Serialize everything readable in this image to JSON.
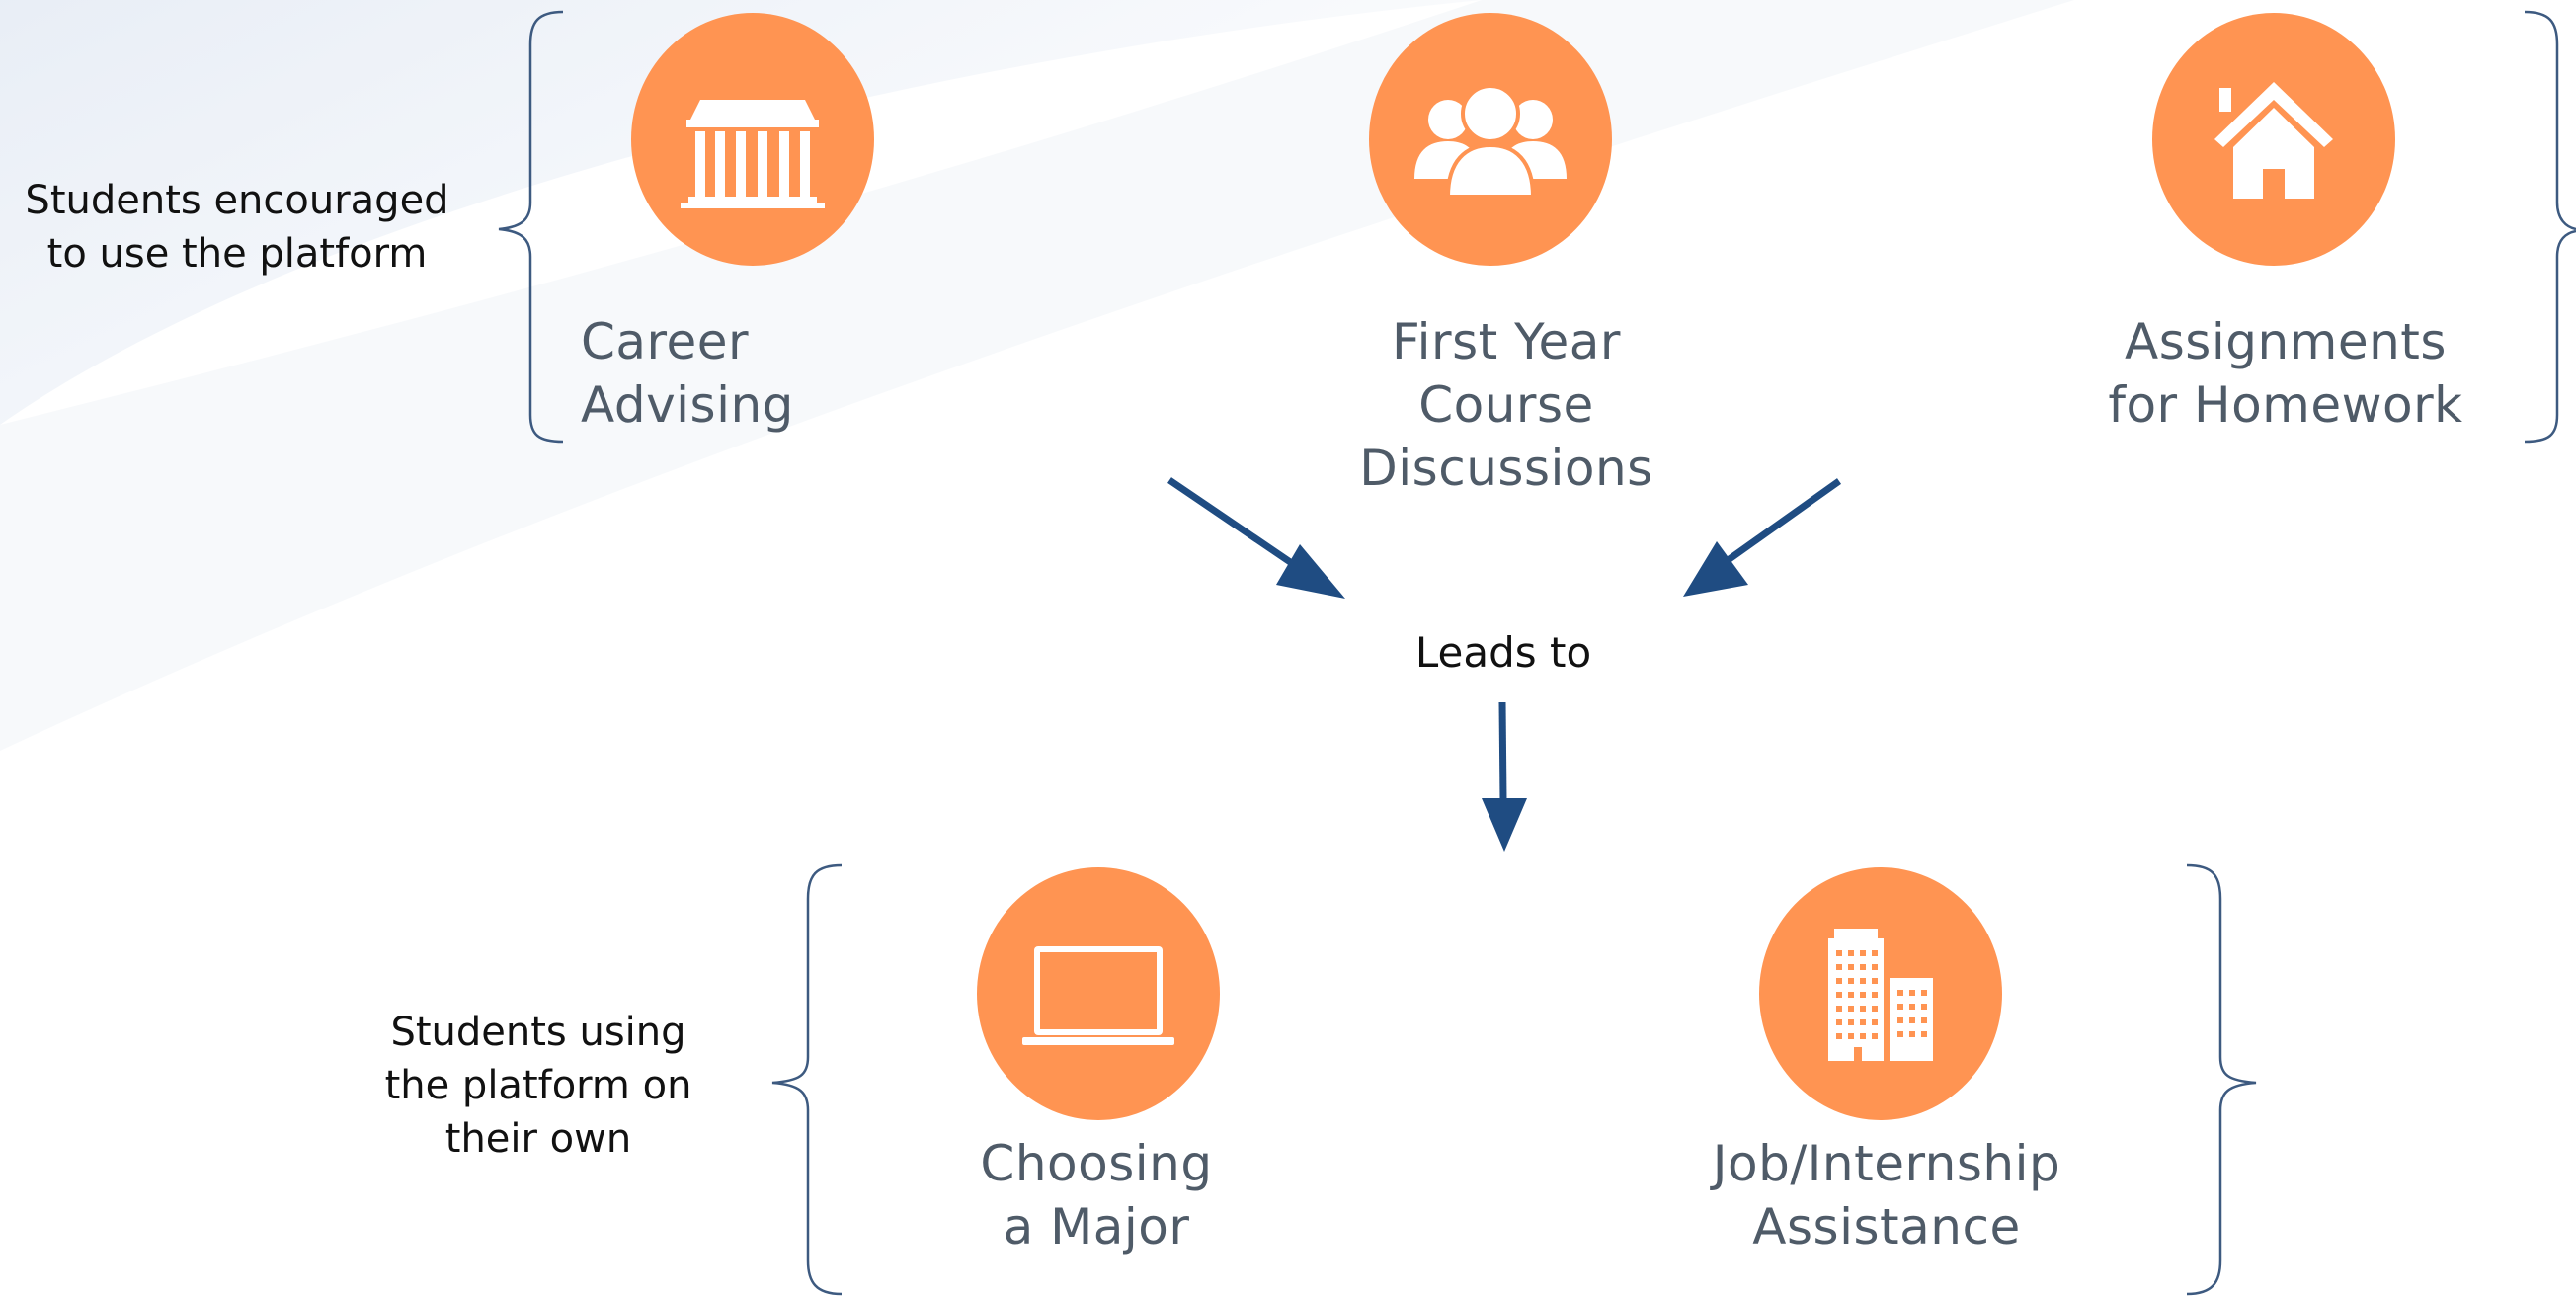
{
  "colors": {
    "circle": "#ff9452",
    "arrow": "#1f4c82",
    "brace": "#3d5a80",
    "label": "#4f5b68"
  },
  "groups": {
    "top_label": "Students encouraged\nto use the platform",
    "bottom_label": "Students using\nthe platform on\ntheir own"
  },
  "connector": {
    "label": "Leads to"
  },
  "nodes": {
    "career_advising": {
      "label": "Career\nAdvising",
      "icon": "building-columns-icon"
    },
    "first_year": {
      "label": "First Year\nCourse\nDiscussions",
      "icon": "group-people-icon"
    },
    "assignments": {
      "label": "Assignments\nfor Homework",
      "icon": "house-icon"
    },
    "choosing_major": {
      "label": "Choosing\na Major",
      "icon": "laptop-icon"
    },
    "job_internship": {
      "label": "Job/Internship\nAssistance",
      "icon": "office-buildings-icon"
    }
  }
}
